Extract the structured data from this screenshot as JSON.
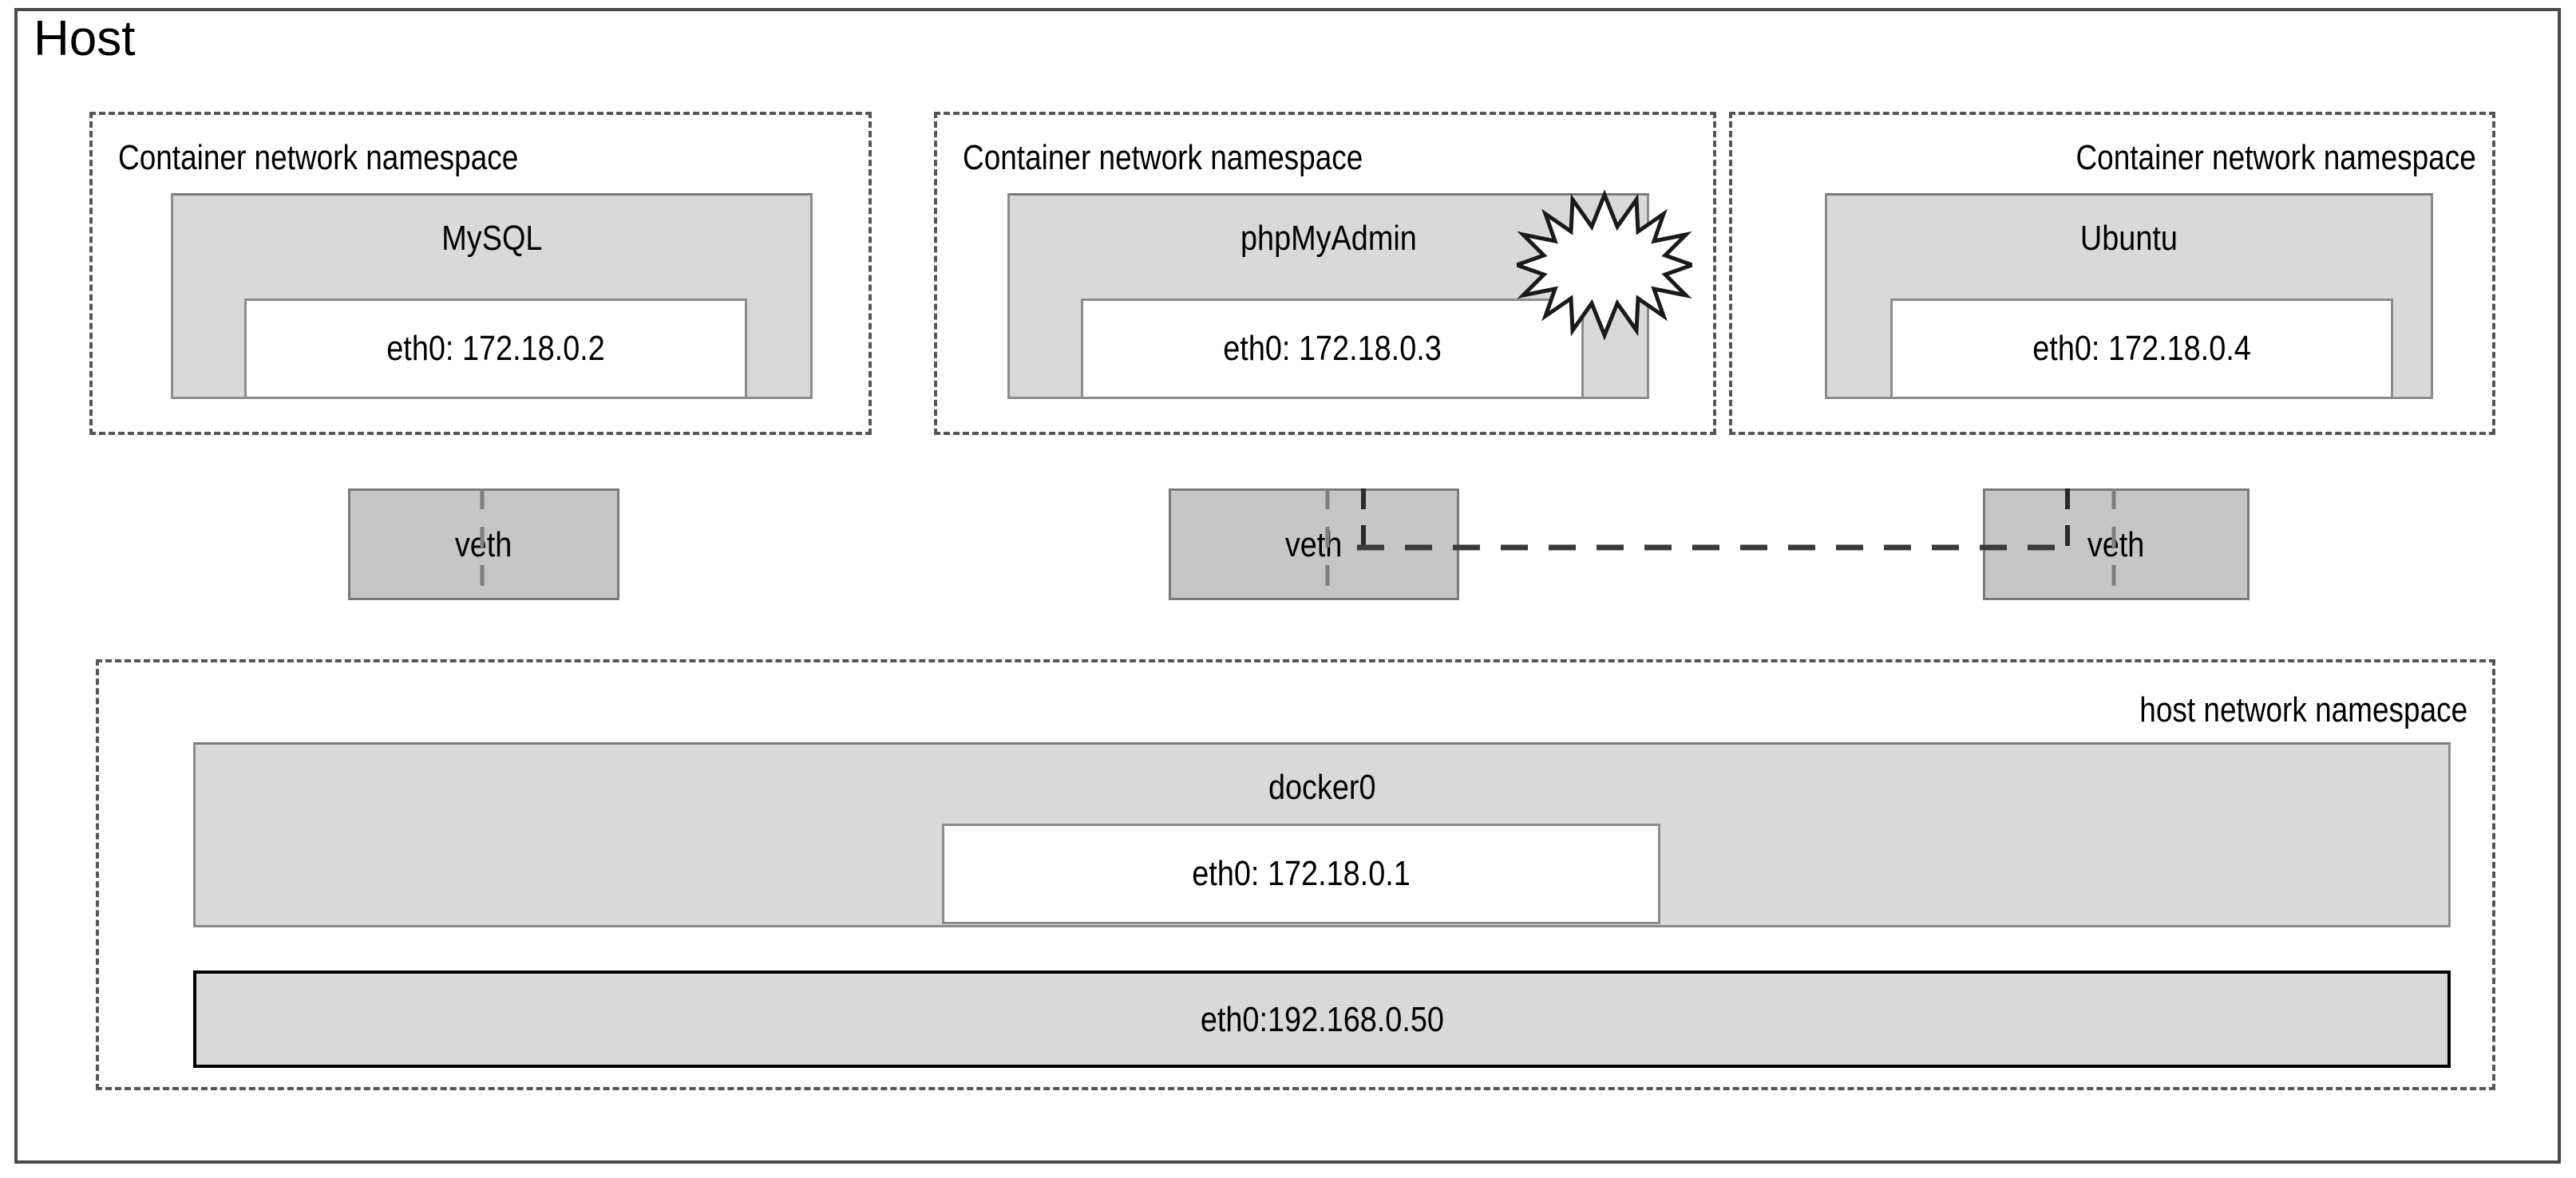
{
  "diagram": {
    "title": "Host",
    "host_frame_label": "Host"
  },
  "namespaces": [
    {
      "label": "Container network namespace"
    },
    {
      "label": "Container network namespace"
    },
    {
      "label": "Container network namespace"
    }
  ],
  "containers": [
    {
      "name": "MySQL",
      "interface": "eth0: 172.18.0.2"
    },
    {
      "name": "phpMyAdmin",
      "interface": "eth0: 172.18.0.3",
      "badge": "starburst-icon"
    },
    {
      "name": "Ubuntu",
      "interface": "eth0: 172.18.0.4"
    }
  ],
  "veths": [
    {
      "label": "veth"
    },
    {
      "label": "veth"
    },
    {
      "label": "veth"
    }
  ],
  "host_namespace": {
    "label": "host network namespace",
    "bridge": {
      "name": "docker0",
      "interface": "eth0: 172.18.0.1"
    },
    "physical_nic": {
      "label": "eth0:192.168.0.50"
    }
  },
  "colors": {
    "frame_border": "#4a4a4a",
    "dashed_border": "#555555",
    "box_fill": "#d9d9d9",
    "veth_fill": "#c6c6c6",
    "box_border": "#8c8c8c",
    "inner_fill": "#ffffff",
    "text": "#000000",
    "connector_light": "#7f7f7f",
    "connector_dark": "#3a3a3a"
  }
}
